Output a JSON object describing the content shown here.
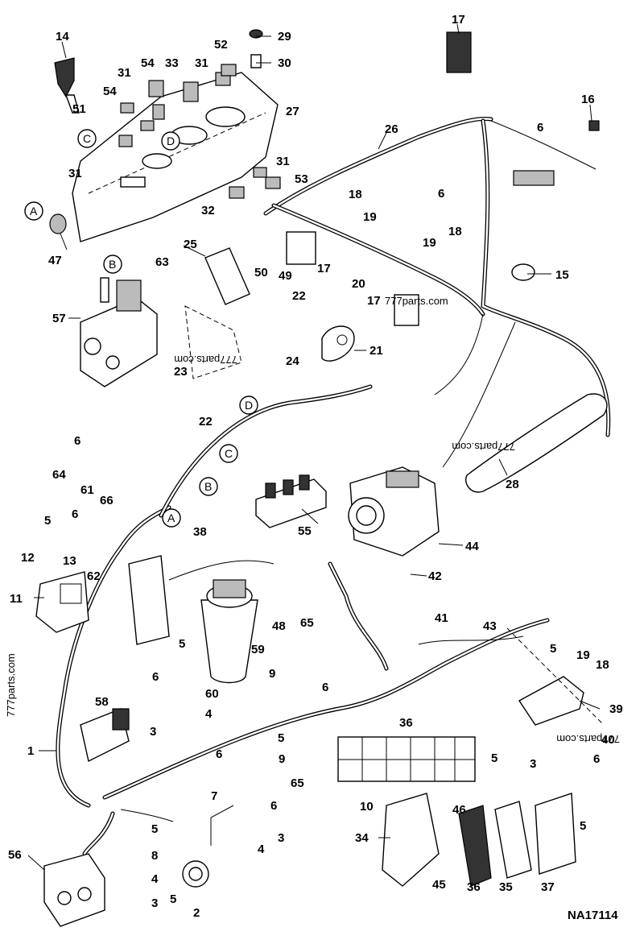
{
  "diagram": {
    "document_id": "NA17114",
    "watermark": "777parts.com",
    "connection_points": [
      "A",
      "B",
      "C",
      "D"
    ],
    "callouts": [
      "1",
      "2",
      "3",
      "4",
      "5",
      "6",
      "7",
      "8",
      "9",
      "10",
      "11",
      "12",
      "13",
      "14",
      "15",
      "16",
      "17",
      "18",
      "19",
      "20",
      "21",
      "22",
      "23",
      "24",
      "25",
      "26",
      "27",
      "28",
      "29",
      "30",
      "31",
      "32",
      "33",
      "34",
      "35",
      "36",
      "37",
      "38",
      "39",
      "40",
      "41",
      "42",
      "43",
      "44",
      "45",
      "46",
      "47",
      "48",
      "49",
      "50",
      "51",
      "52",
      "53",
      "54",
      "55",
      "56",
      "57",
      "58",
      "59",
      "60",
      "61",
      "62",
      "63",
      "64",
      "65",
      "66"
    ]
  }
}
